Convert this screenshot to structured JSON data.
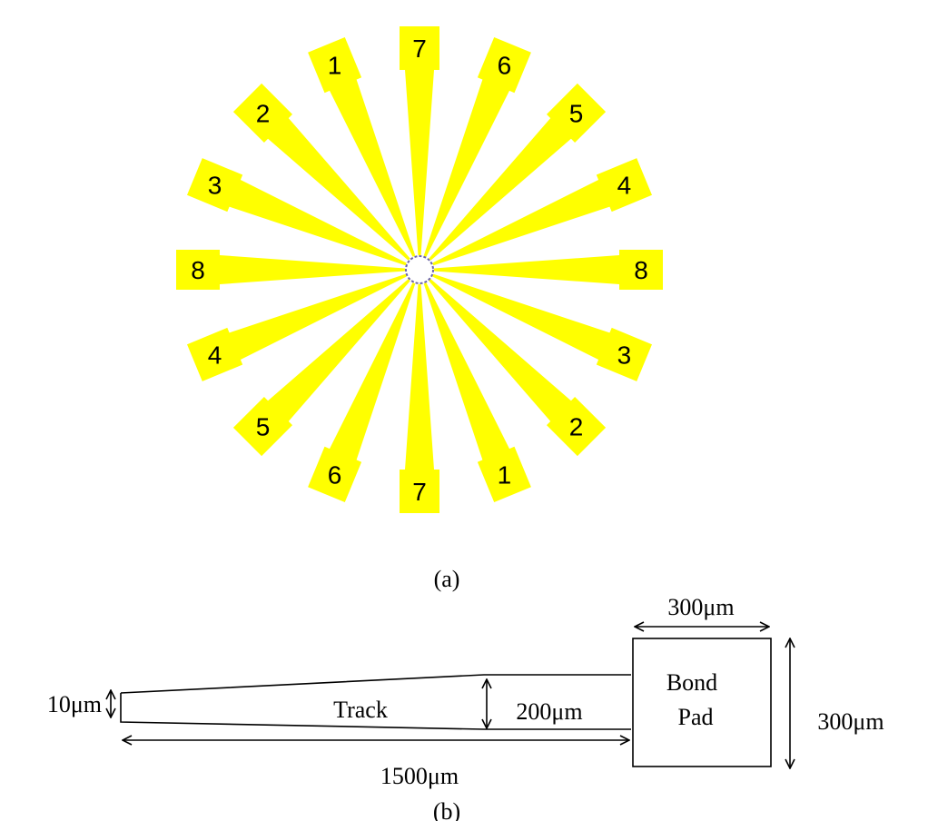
{
  "figure_a": {
    "caption": "(a)",
    "fill_color": "#ffff00",
    "electrodes": [
      {
        "label": "7",
        "angle": 0
      },
      {
        "label": "6",
        "angle": 22.5
      },
      {
        "label": "5",
        "angle": 45
      },
      {
        "label": "4",
        "angle": 67.5
      },
      {
        "label": "8",
        "angle": 90
      },
      {
        "label": "3",
        "angle": 112.5
      },
      {
        "label": "2",
        "angle": 135
      },
      {
        "label": "1",
        "angle": 157.5
      },
      {
        "label": "7",
        "angle": 180
      },
      {
        "label": "6",
        "angle": 202.5
      },
      {
        "label": "5",
        "angle": 225
      },
      {
        "label": "4",
        "angle": 247.5
      },
      {
        "label": "8",
        "angle": 270
      },
      {
        "label": "3",
        "angle": 292.5
      },
      {
        "label": "2",
        "angle": 315
      },
      {
        "label": "1",
        "angle": 337.5
      }
    ]
  },
  "figure_b": {
    "caption": "(b)",
    "track_label": "Track",
    "pad_label_line1": "Bond",
    "pad_label_line2": "Pad",
    "dim_tip_width": "10μm",
    "dim_track_end_width": "200μm",
    "dim_track_length": "1500μm",
    "dim_pad_width": "300μm",
    "dim_pad_height": "300μm"
  }
}
